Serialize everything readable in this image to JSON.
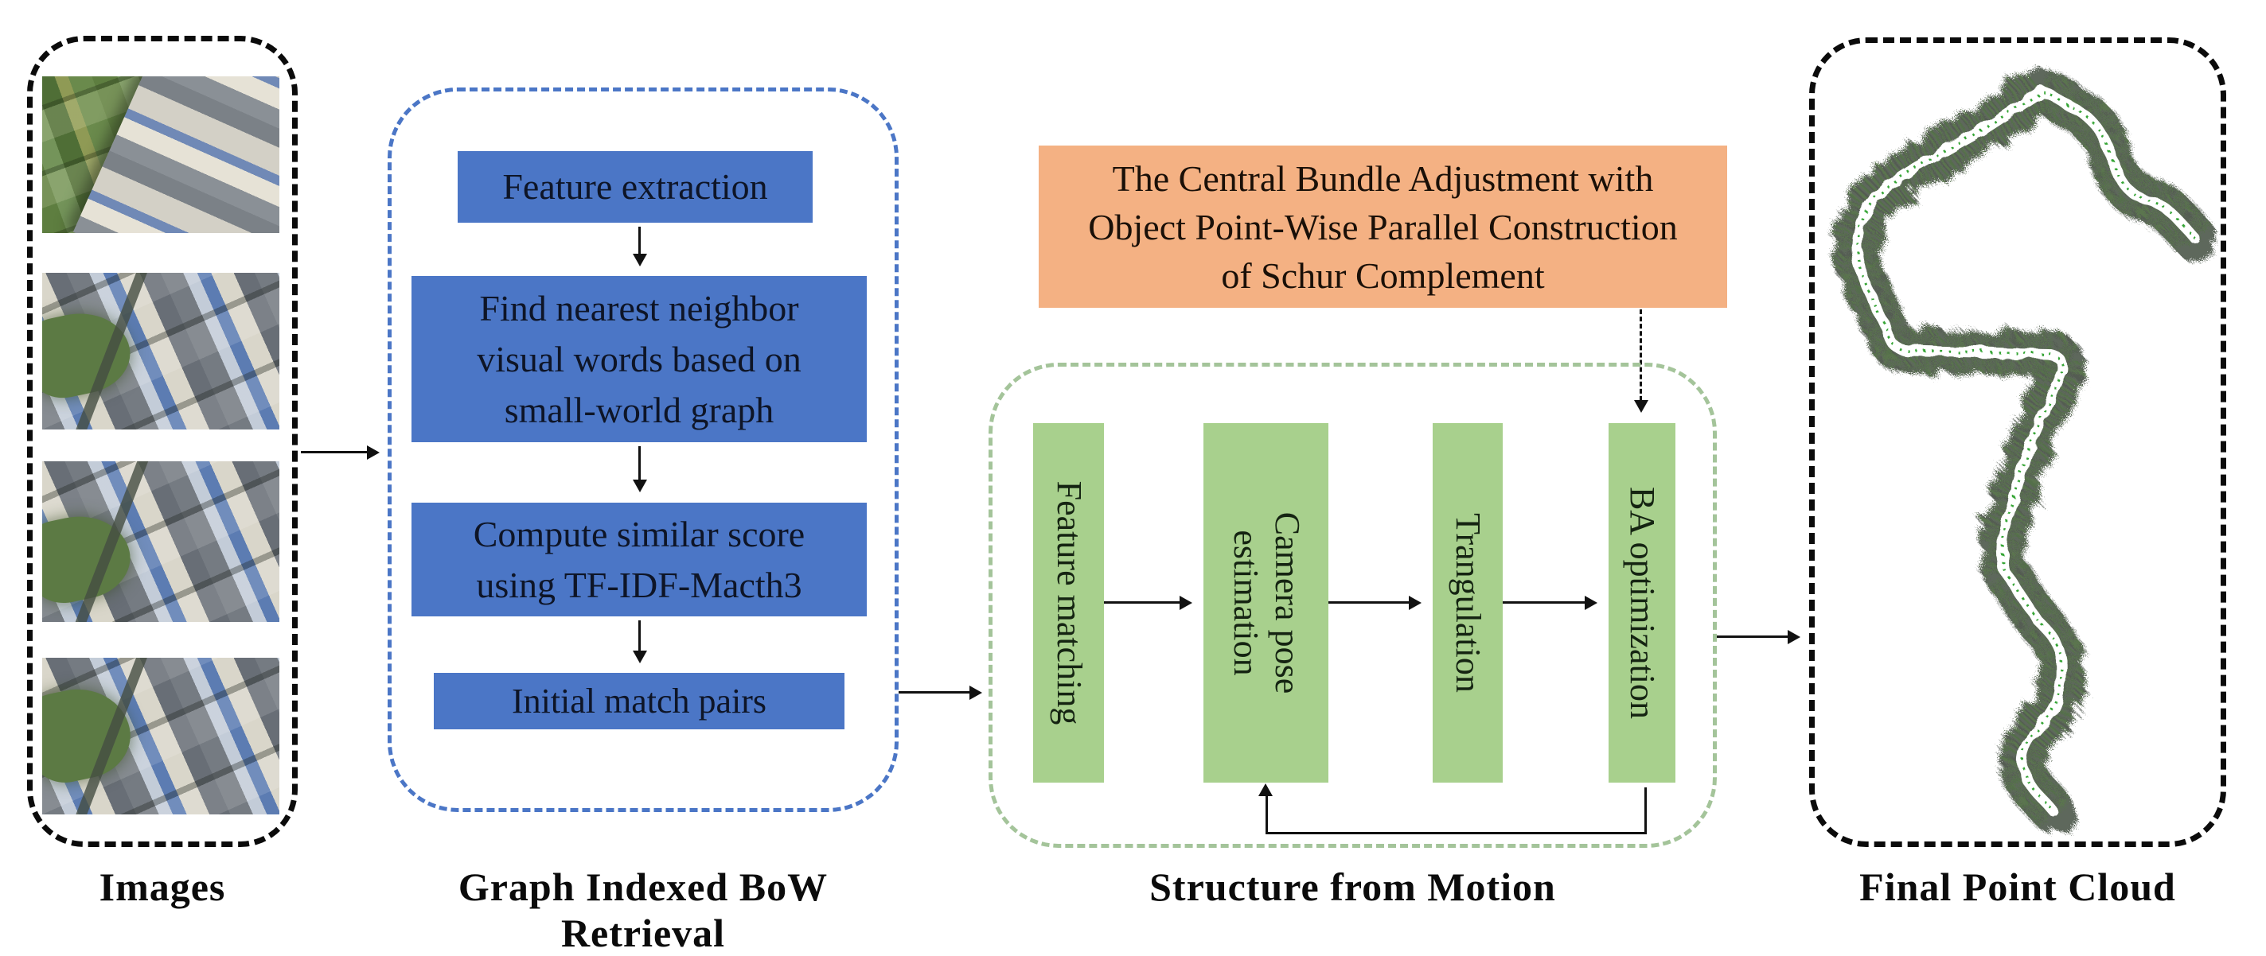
{
  "panels": {
    "images": {
      "label": "Images",
      "photos": [
        "aerial-photo-farmland-industry",
        "aerial-photo-industrial-blue-roofs",
        "aerial-photo-industrial-green-patch",
        "aerial-photo-industrial-dense"
      ]
    },
    "bow": {
      "label": "Graph Indexed BoW Retrieval",
      "steps": [
        {
          "lines": [
            "Feature extraction"
          ]
        },
        {
          "lines": [
            "Find nearest neighbor",
            "visual words based on",
            "small-world graph"
          ]
        },
        {
          "lines": [
            "Compute similar score",
            "using TF-IDF-Macth3"
          ]
        },
        {
          "lines": [
            "Initial match pairs"
          ]
        }
      ]
    },
    "sfm": {
      "label": "Structure from Motion",
      "steps": [
        {
          "lines": [
            "Feature matching"
          ]
        },
        {
          "lines": [
            "Camera pose",
            "estimation"
          ]
        },
        {
          "lines": [
            "Trangulation"
          ]
        },
        {
          "lines": [
            "BA optimization"
          ]
        }
      ]
    },
    "final": {
      "label": "Final Point Cloud",
      "content": "point-cloud-winding-road"
    }
  },
  "ba_note": {
    "lines": [
      "The Central Bundle Adjustment with",
      "Object Point-Wise Parallel Construction",
      "of Schur Complement"
    ]
  },
  "colors": {
    "box_blue": "#4b76c6",
    "box_orange": "#f4b183",
    "box_green": "#a8d08d",
    "dash_blue": "#4b76c6",
    "dash_green": "#a4c49a",
    "panel_dash": "#0b0b0b",
    "cloud_band": "#4e564b",
    "cloud_road": "#ffffff",
    "cloud_line_green": "#35a534"
  }
}
